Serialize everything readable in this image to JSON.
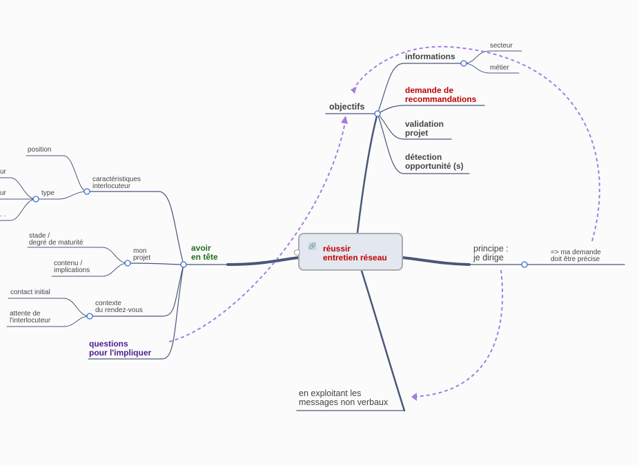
{
  "central": {
    "text": "réussir\nentretien réseau",
    "icon": "link-icon"
  },
  "colors": {
    "branch": "#4a5678",
    "relation": "#a37ce0",
    "red": "#c00000",
    "green": "#1e6e1e",
    "purple": "#4b1d8e"
  },
  "objectifs": {
    "label": "objectifs",
    "informations": {
      "label": "informations",
      "children": [
        "secteur",
        "métier"
      ]
    },
    "demande": "demande de\nrecommandations",
    "validation": "validation\nprojet",
    "detection": "détection\nopportunité (s)"
  },
  "avoir": {
    "label": "avoir\nen tête",
    "caracteristiques": {
      "label": "caractéristiques\ninterlocuteur",
      "position": "position",
      "type": {
        "label": "type",
        "children": [
          "ur",
          "ur",
          ". ."
        ]
      }
    },
    "projet": {
      "label": "mon\nprojet",
      "children": [
        "stade /\ndegré de maturité",
        "contenu /\nimplications"
      ]
    },
    "contexte": {
      "label": "contexte\ndu rendez-vous",
      "children": [
        "contact initial",
        "attente de\nl'interlocuteur"
      ]
    },
    "questions": "questions\npour l'impliquer"
  },
  "principe": {
    "label": "principe :\nje dirige",
    "child": "=> ma demande\ndoit être précise"
  },
  "exploitant": "en exploitant les\nmessages non verbaux"
}
